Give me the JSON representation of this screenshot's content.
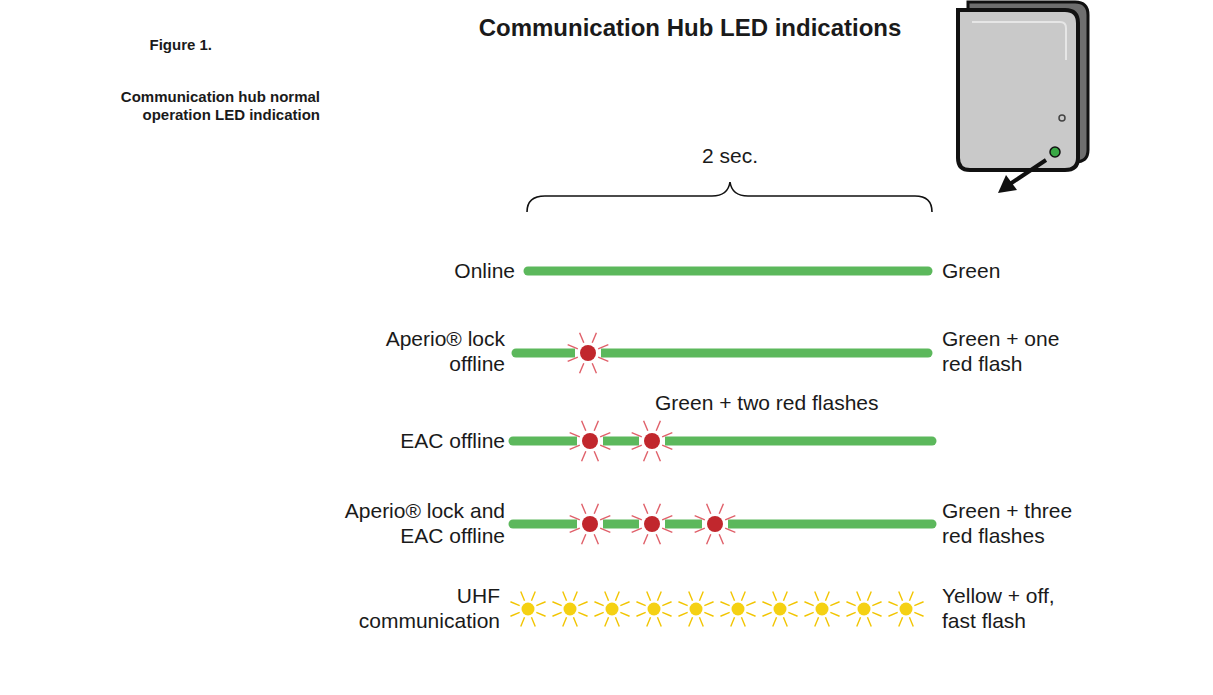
{
  "diagram": {
    "title": "Communication Hub LED indications",
    "labels": [
      "Figure 1.",
      "Communication hub normal operation LED indication",
      "2 sec.",
      "Online",
      "Green",
      "Aperio® lock offline",
      "Green + one red flash",
      "EAC offline",
      "Green + two red flashes",
      "Aperio® lock and EAC offline",
      "Green + three red flashes",
      "UHF communication",
      "Yellow + off, fast flash"
    ]
  }
}
